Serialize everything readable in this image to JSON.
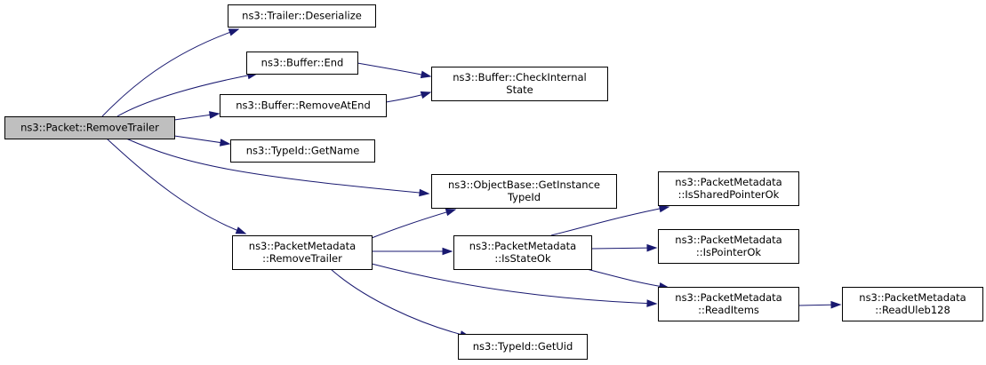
{
  "nodes": [
    {
      "id": "root",
      "lines": [
        "ns3::Packet::RemoveTrailer"
      ],
      "highlight": true
    },
    {
      "id": "trailer-deserialize",
      "lines": [
        "ns3::Trailer::Deserialize"
      ]
    },
    {
      "id": "buffer-end",
      "lines": [
        "ns3::Buffer::End"
      ]
    },
    {
      "id": "buffer-checkinternal",
      "lines": [
        "ns3::Buffer::CheckInternal",
        "State"
      ]
    },
    {
      "id": "buffer-removeatend",
      "lines": [
        "ns3::Buffer::RemoveAtEnd"
      ]
    },
    {
      "id": "typeid-getname",
      "lines": [
        "ns3::TypeId::GetName"
      ]
    },
    {
      "id": "objectbase-getinstance",
      "lines": [
        "ns3::ObjectBase::GetInstance",
        "TypeId"
      ]
    },
    {
      "id": "pm-removetrailer",
      "lines": [
        "ns3::PacketMetadata",
        "::RemoveTrailer"
      ]
    },
    {
      "id": "pm-isstateok",
      "lines": [
        "ns3::PacketMetadata",
        "::IsStateOk"
      ]
    },
    {
      "id": "pm-issharedpointerok",
      "lines": [
        "ns3::PacketMetadata",
        "::IsSharedPointerOk"
      ]
    },
    {
      "id": "pm-ispointerok",
      "lines": [
        "ns3::PacketMetadata",
        "::IsPointerOk"
      ]
    },
    {
      "id": "pm-readitems",
      "lines": [
        "ns3::PacketMetadata",
        "::ReadItems"
      ]
    },
    {
      "id": "pm-readuleb128",
      "lines": [
        "ns3::PacketMetadata",
        "::ReadUleb128"
      ]
    },
    {
      "id": "typeid-getuid",
      "lines": [
        "ns3::TypeId::GetUid"
      ]
    }
  ],
  "edges": [
    {
      "from": "root",
      "to": "trailer-deserialize"
    },
    {
      "from": "root",
      "to": "buffer-end"
    },
    {
      "from": "root",
      "to": "buffer-removeatend"
    },
    {
      "from": "root",
      "to": "typeid-getname"
    },
    {
      "from": "root",
      "to": "objectbase-getinstance"
    },
    {
      "from": "root",
      "to": "pm-removetrailer"
    },
    {
      "from": "buffer-end",
      "to": "buffer-checkinternal"
    },
    {
      "from": "buffer-removeatend",
      "to": "buffer-checkinternal"
    },
    {
      "from": "pm-removetrailer",
      "to": "objectbase-getinstance"
    },
    {
      "from": "pm-removetrailer",
      "to": "pm-isstateok"
    },
    {
      "from": "pm-removetrailer",
      "to": "pm-readitems"
    },
    {
      "from": "pm-removetrailer",
      "to": "typeid-getuid"
    },
    {
      "from": "pm-isstateok",
      "to": "pm-issharedpointerok"
    },
    {
      "from": "pm-isstateok",
      "to": "pm-ispointerok"
    },
    {
      "from": "pm-isstateok",
      "to": "pm-readitems"
    },
    {
      "from": "pm-readitems",
      "to": "pm-readuleb128"
    }
  ],
  "colors": {
    "edge": "#191970",
    "highlight_fill": "#bfbfbf",
    "node_fill": "#ffffff",
    "border": "#000000"
  }
}
